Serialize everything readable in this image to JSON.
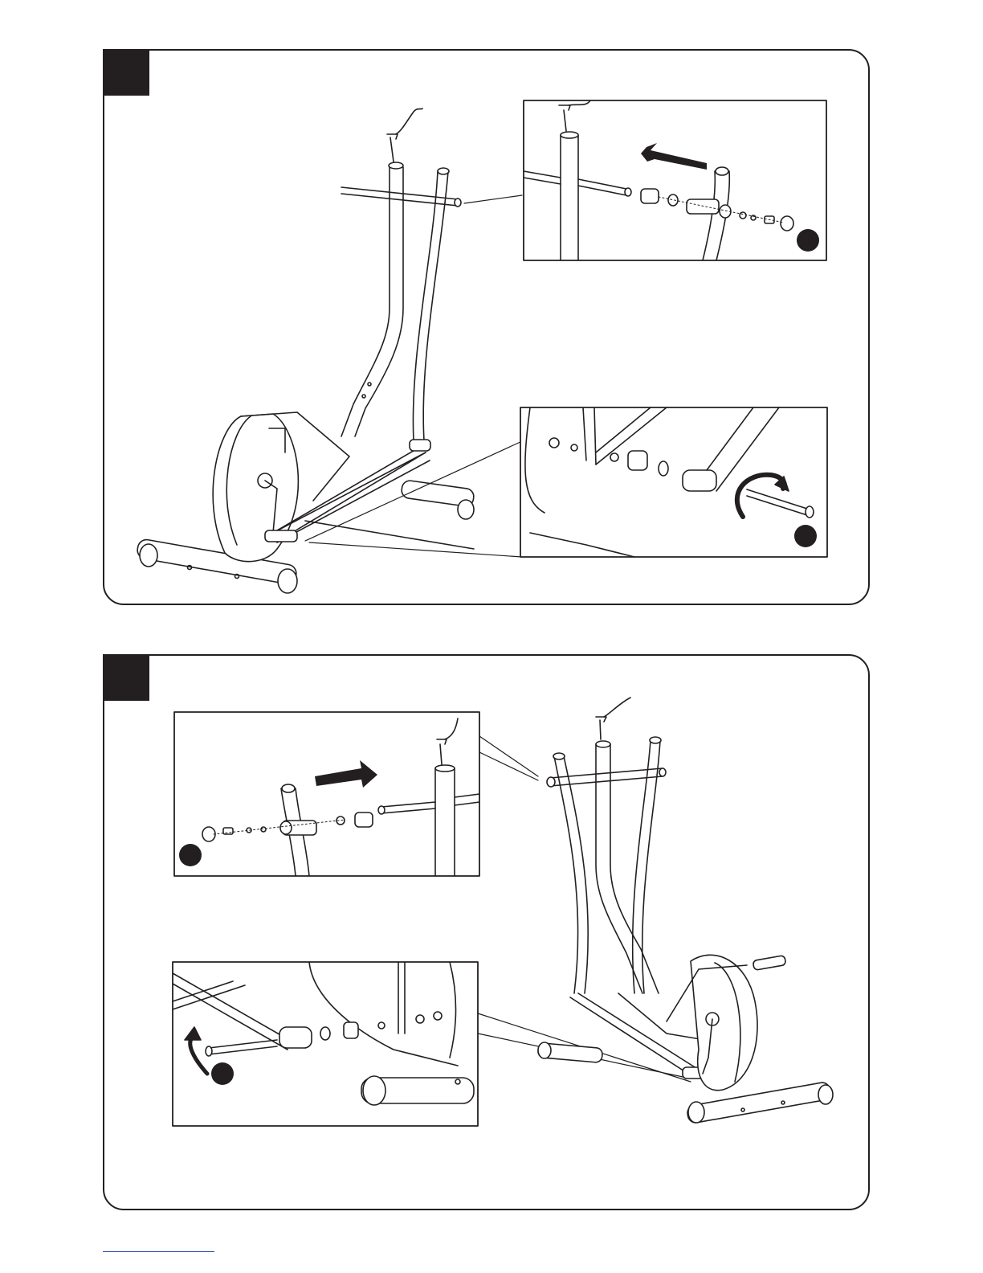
{
  "page": {
    "kind": "assembly-instruction-page",
    "steps": [
      {
        "id": "step-a",
        "badge_color": "#231f20",
        "zoom_views": [
          "upper-arm-pivot",
          "lower-pedal-pivot"
        ]
      },
      {
        "id": "step-b",
        "badge_color": "#231f20",
        "zoom_views": [
          "upper-arm-pivot",
          "lower-pedal-pivot"
        ]
      }
    ],
    "colors": {
      "line": "#231f20",
      "fill": "#ffffff",
      "footer_rule": "#1f3fb0"
    },
    "icons": [
      "arrow-left-icon",
      "arrow-right-icon",
      "rotate-clockwise-icon",
      "rotate-counterclockwise-icon",
      "callout-dot-icon"
    ]
  }
}
